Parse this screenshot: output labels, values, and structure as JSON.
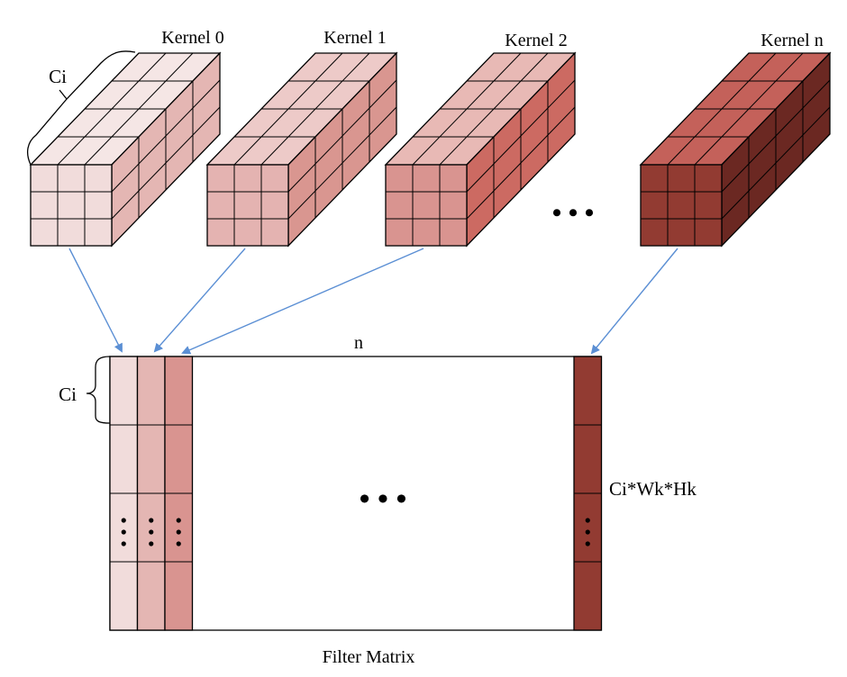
{
  "kernels": [
    {
      "label": "Kernel 0",
      "colors": {
        "front": "#f1dcdb",
        "top": "#f5e6e5",
        "side": "#e4b6b3"
      }
    },
    {
      "label": "Kernel 1",
      "colors": {
        "front": "#e4b3b1",
        "top": "#edcac8",
        "side": "#d99690"
      }
    },
    {
      "label": "Kernel 2",
      "colors": {
        "front": "#d99490",
        "top": "#e8b9b5",
        "side": "#cc6a62"
      }
    },
    {
      "label": "Kernel n",
      "colors": {
        "front": "#923b32",
        "top": "#c4615a",
        "side": "#6b2822"
      }
    }
  ],
  "ci_label": "Ci",
  "ellipsis": "• • •",
  "matrix": {
    "top_label": "n",
    "side_label": "Ci",
    "right_label": "Ci*Wk*Hk",
    "caption": "Filter Matrix",
    "center_ellipsis": "• • •",
    "column_colors": [
      "#f1dcdb",
      "#e4b6b3",
      "#d99490"
    ],
    "last_column_color": "#923b32"
  },
  "colors": {
    "arrow": "#5b8fd4"
  }
}
